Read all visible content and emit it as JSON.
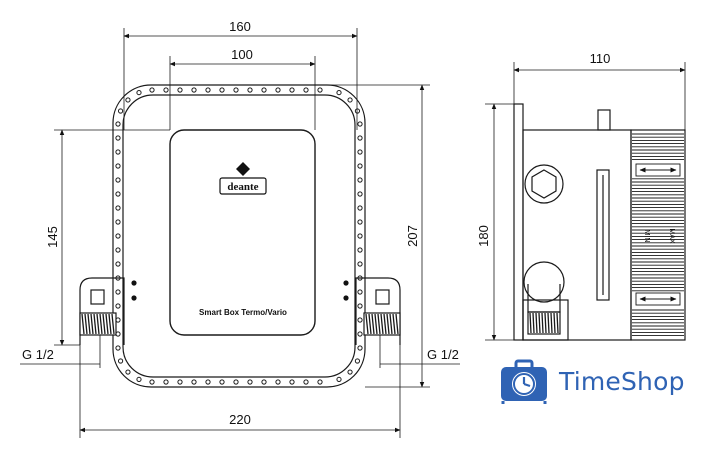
{
  "dimensions": {
    "front_width_outer": "160",
    "front_width_inner": "100",
    "front_height_inner": "145",
    "front_height_outer": "207",
    "thread_left": "G 1/2",
    "thread_right": "G 1/2",
    "front_total_width": "220",
    "side_depth": "110",
    "side_height": "180"
  },
  "labels": {
    "logo": "deante",
    "product": "Smart Box Termo/Vario",
    "side_marks": [
      "MIN",
      "MAX"
    ]
  },
  "watermark": {
    "brand": "TimeShop",
    "icon": "suitcase-clock-icon",
    "color": "#2f63b4"
  }
}
